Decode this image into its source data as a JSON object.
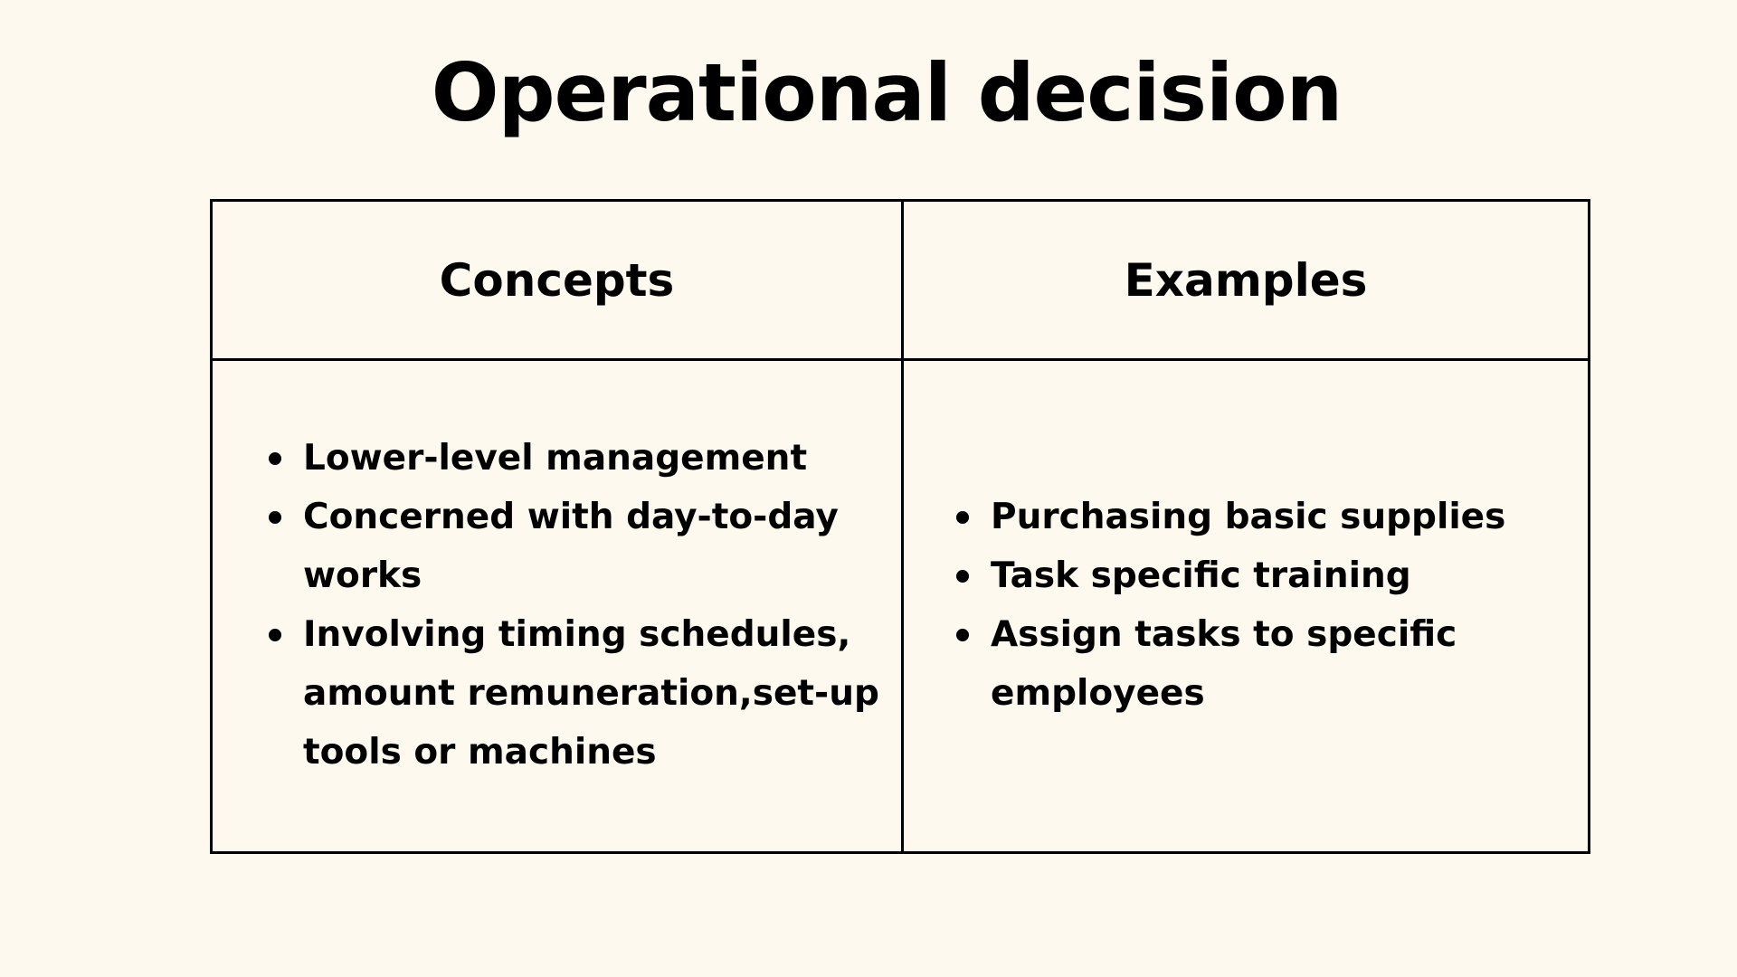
{
  "slide": {
    "title": "Operational decision",
    "background_color": "#fdf9ef",
    "text_color": "#000000"
  },
  "table": {
    "headers": [
      "Concepts",
      "Examples"
    ],
    "concepts": [
      "Lower-level management",
      "Concerned with day-to-day works",
      "Involving timing schedules, amount remuneration,set-up tools or machines"
    ],
    "examples": [
      "Purchasing basic supplies",
      "Task specific training",
      "Assign tasks to specific employees"
    ],
    "bullet_icon": "bullet-dot-icon"
  }
}
